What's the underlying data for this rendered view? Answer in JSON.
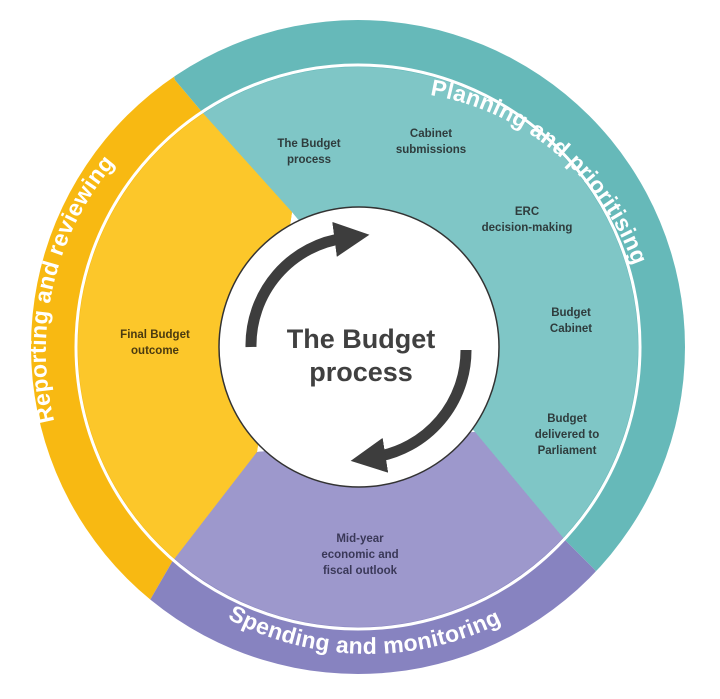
{
  "diagram": {
    "title": "The Budget process",
    "center": {
      "line1": "The Budget",
      "line2": "process",
      "icon": "cycle-arrows-icon"
    },
    "phases": [
      {
        "id": "planning",
        "label": "Planning and prioritising",
        "ring_color": "#66b9b9",
        "fill_color": "#7fc6c6",
        "steps": [
          {
            "lines": [
              "The Budget",
              "process"
            ]
          },
          {
            "lines": [
              "Cabinet",
              "submissions"
            ]
          },
          {
            "lines": [
              "ERC",
              "decision-making"
            ]
          },
          {
            "lines": [
              "Budget",
              "Cabinet"
            ]
          },
          {
            "lines": [
              "Budget",
              "delivered to",
              "Parliament"
            ]
          }
        ]
      },
      {
        "id": "spending",
        "label": "Spending and monitoring",
        "ring_color": "#8783c0",
        "fill_color": "#9d98cc",
        "steps": [
          {
            "lines": [
              "Mid-year",
              "economic and",
              "fiscal outlook"
            ]
          }
        ]
      },
      {
        "id": "reporting",
        "label": "Reporting and reviewing",
        "ring_color": "#f8b912",
        "fill_color": "#fcc72a",
        "steps": [
          {
            "lines": [
              "Final Budget",
              "outcome"
            ]
          }
        ]
      }
    ],
    "colors": {
      "divider": "#ffffff",
      "center_fill": "#ffffff",
      "center_stroke": "#333333",
      "arrow": "#3d3d3d"
    }
  }
}
